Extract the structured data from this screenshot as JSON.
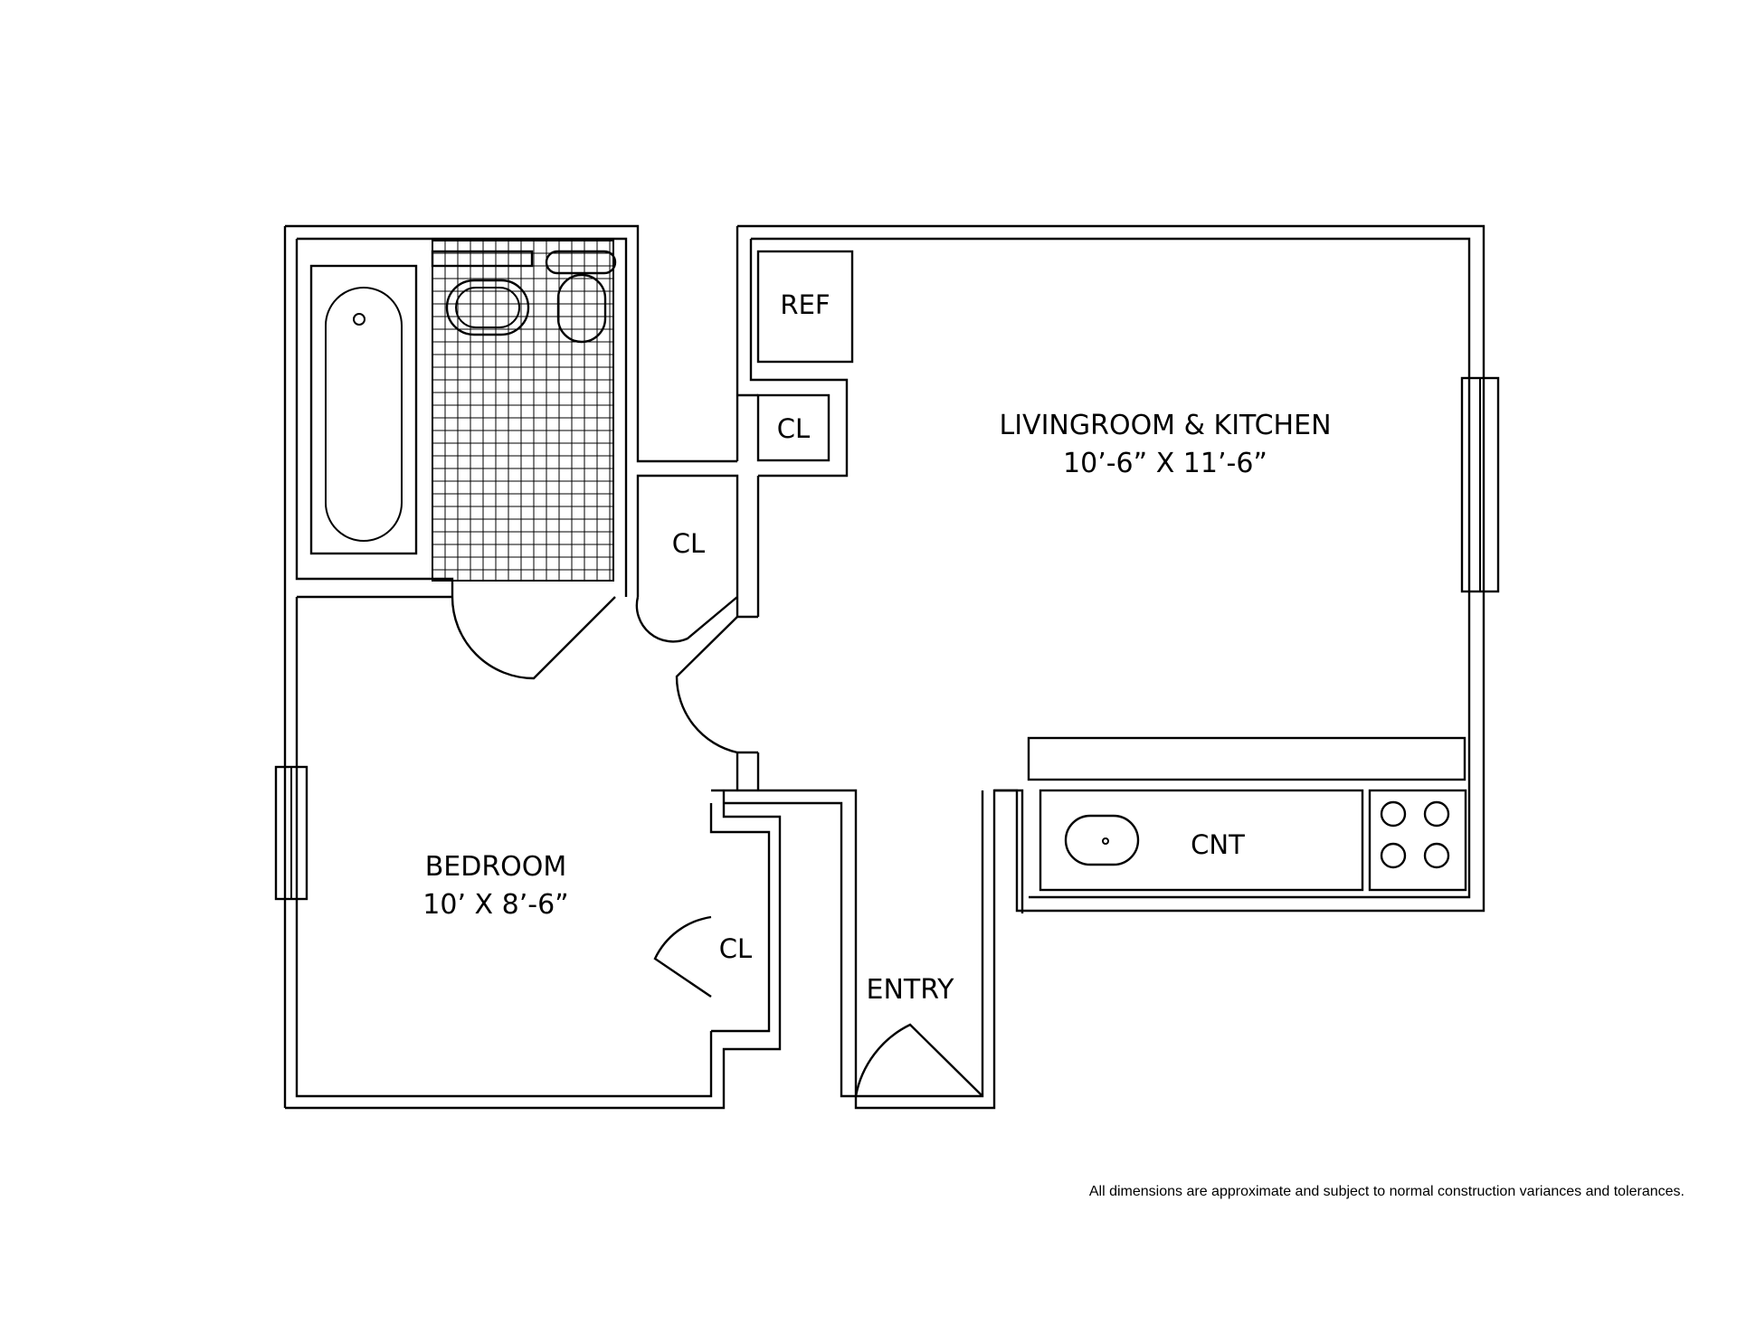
{
  "rooms": {
    "living": {
      "name": "LIVINGROOM & KITCHEN",
      "dims": "10’-6” X 11’-6”"
    },
    "bedroom": {
      "name": "BEDROOM",
      "dims": "10’ X  8’-6”"
    },
    "entry": {
      "name": "ENTRY"
    }
  },
  "fixtures": {
    "ref": "REF",
    "closet_top": "CL",
    "closet_mid": "CL",
    "closet_bedroom": "CL",
    "counter": "CNT"
  },
  "footer": {
    "disclaimer": "All dimensions are approximate and subject to normal construction variances and tolerances."
  }
}
